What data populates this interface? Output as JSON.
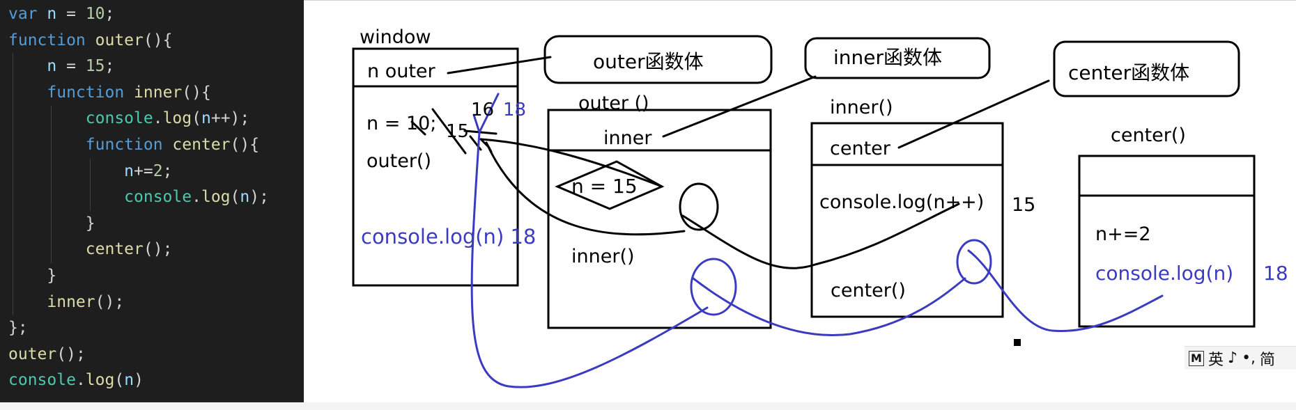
{
  "code": [
    [
      {
        "t": "var",
        "c": "kw"
      },
      {
        "t": " ",
        "c": "p"
      },
      {
        "t": "n",
        "c": "var"
      },
      {
        "t": " = ",
        "c": "p"
      },
      {
        "t": "10",
        "c": "num"
      },
      {
        "t": ";",
        "c": "p"
      }
    ],
    [
      {
        "t": "function",
        "c": "kw"
      },
      {
        "t": " ",
        "c": "p"
      },
      {
        "t": "outer",
        "c": "fn"
      },
      {
        "t": "(){",
        "c": "p"
      }
    ],
    [
      {
        "t": "    ",
        "c": "p"
      },
      {
        "t": "n",
        "c": "var"
      },
      {
        "t": " = ",
        "c": "p"
      },
      {
        "t": "15",
        "c": "num"
      },
      {
        "t": ";",
        "c": "p"
      }
    ],
    [
      {
        "t": "    ",
        "c": "p"
      },
      {
        "t": "function",
        "c": "kw"
      },
      {
        "t": " ",
        "c": "p"
      },
      {
        "t": "inner",
        "c": "fn"
      },
      {
        "t": "(){",
        "c": "p"
      }
    ],
    [
      {
        "t": "        ",
        "c": "p"
      },
      {
        "t": "console",
        "c": "obj"
      },
      {
        "t": ".",
        "c": "p"
      },
      {
        "t": "log",
        "c": "fn"
      },
      {
        "t": "(",
        "c": "p"
      },
      {
        "t": "n",
        "c": "var"
      },
      {
        "t": "++);",
        "c": "p"
      }
    ],
    [
      {
        "t": "        ",
        "c": "p"
      },
      {
        "t": "function",
        "c": "kw"
      },
      {
        "t": " ",
        "c": "p"
      },
      {
        "t": "center",
        "c": "fn"
      },
      {
        "t": "(){",
        "c": "p"
      }
    ],
    [
      {
        "t": "            ",
        "c": "p"
      },
      {
        "t": "n",
        "c": "var"
      },
      {
        "t": "+=",
        "c": "p"
      },
      {
        "t": "2",
        "c": "num"
      },
      {
        "t": ";",
        "c": "p"
      }
    ],
    [
      {
        "t": "            ",
        "c": "p"
      },
      {
        "t": "console",
        "c": "obj"
      },
      {
        "t": ".",
        "c": "p"
      },
      {
        "t": "log",
        "c": "fn"
      },
      {
        "t": "(",
        "c": "p"
      },
      {
        "t": "n",
        "c": "var"
      },
      {
        "t": ");",
        "c": "p"
      }
    ],
    [
      {
        "t": "        ",
        "c": "p"
      },
      {
        "t": "}",
        "c": "p"
      }
    ],
    [
      {
        "t": "        ",
        "c": "p"
      },
      {
        "t": "center",
        "c": "fn"
      },
      {
        "t": "();",
        "c": "p"
      }
    ],
    [
      {
        "t": "    ",
        "c": "p"
      },
      {
        "t": "}",
        "c": "p"
      }
    ],
    [
      {
        "t": "    ",
        "c": "p"
      },
      {
        "t": "inner",
        "c": "fn"
      },
      {
        "t": "();",
        "c": "p"
      }
    ],
    [
      {
        "t": "};",
        "c": "p"
      }
    ],
    [
      {
        "t": "outer",
        "c": "fn"
      },
      {
        "t": "();",
        "c": "p"
      }
    ],
    [
      {
        "t": "console",
        "c": "obj"
      },
      {
        "t": ".",
        "c": "p"
      },
      {
        "t": "log",
        "c": "fn"
      },
      {
        "t": "(",
        "c": "p"
      },
      {
        "t": "n",
        "c": "var"
      },
      {
        "t": ")",
        "c": "p"
      }
    ]
  ],
  "labels": {
    "window": "window",
    "window_vars": "n  outer",
    "window_n": "n = 10;",
    "window_16": "16",
    "window_15": "15",
    "window_18": "18",
    "window_outer_call": "outer()",
    "window_console": "console.log(n) 18",
    "outer_body": "outer函数体",
    "inner_body": "inner函数体",
    "center_body": "center函数体",
    "outer_scope": "outer  ()",
    "outer_var": "inner",
    "outer_n": "n = 15",
    "outer_inner_call": "inner()",
    "inner_scope": "inner()",
    "inner_var": "center",
    "inner_console": "console.log(n++)",
    "inner_15": "15",
    "inner_center_call": "center()",
    "center_scope": "center()",
    "center_n": "n+=2",
    "center_console": "console.log(n)",
    "center_18": "18"
  },
  "ime": {
    "logo": "M",
    "lang": "英",
    "moon": "♪",
    "punct": "•,",
    "mode": "简"
  },
  "colors": {
    "annotation_blue": "#3b3bc2",
    "ink": "#000000",
    "code_bg": "#1e1e1e"
  }
}
